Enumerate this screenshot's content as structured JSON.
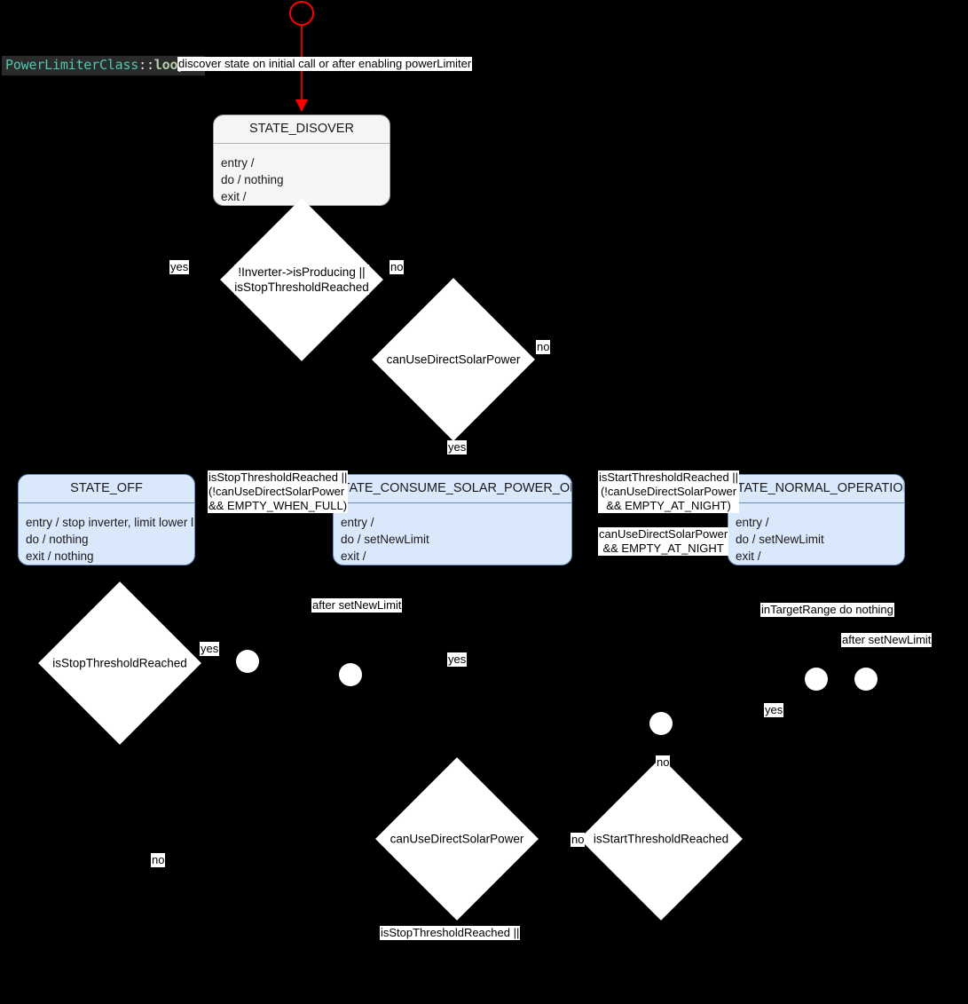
{
  "diagram": {
    "title_tokens": {
      "class_name": "PowerLimiterClass",
      "scope_op": "::",
      "function": "loop()"
    },
    "colors": {
      "background": "#000000",
      "state_fill": "#dae8fc",
      "state_stroke": "#6c8ebf",
      "discover_fill": "#f5f5f5",
      "discover_stroke": "#9a9a9a",
      "start_node": "#ff0000",
      "decision_fill": "#ffffff",
      "label_fill": "#ffffff"
    },
    "start_transition_label": "discover state on initial call or after enabling powerLimiter",
    "states": [
      {
        "id": "discover",
        "name": "STATE_DISOVER",
        "entry": "entry /",
        "do": "do / nothing",
        "exit": "exit /"
      },
      {
        "id": "off",
        "name": "STATE_OFF",
        "entry": "entry / stop inverter, limit lower limit",
        "do": "do / nothing",
        "exit": "exit / nothing"
      },
      {
        "id": "solar_only",
        "name": "STATE_CONSUME_SOLAR_POWER_ONLY",
        "entry": "entry /",
        "do": "do / setNewLimit",
        "exit": "exit /"
      },
      {
        "id": "normal",
        "name": "STATE_NORMAL_OPERATION",
        "entry": "entry /",
        "do": "do / setNewLimit",
        "exit": "exit /"
      }
    ],
    "decisions": [
      {
        "id": "d1",
        "text": "!Inverter->isProducing ||\nisStopThresholdReached"
      },
      {
        "id": "d2",
        "text": "canUseDirectSolarPower"
      },
      {
        "id": "d3",
        "text": "isStopThresholdReached"
      },
      {
        "id": "d4",
        "text": "canUseDirectSolarPower"
      },
      {
        "id": "d5",
        "text": "isStartThresholdReached"
      }
    ],
    "edge_labels": [
      {
        "id": "l-yes-1",
        "text": "yes"
      },
      {
        "id": "l-no-1",
        "text": "no"
      },
      {
        "id": "l-no-2",
        "text": "no"
      },
      {
        "id": "l-yes-2",
        "text": "yes"
      },
      {
        "id": "l-guard-off",
        "text": "isStopThresholdReached ||\n(!canUseDirectSolarPower\n&& EMPTY_WHEN_FULL)"
      },
      {
        "id": "l-guard-start",
        "text": "isStartThresholdReached ||\n(!canUseDirectSolarPower\n&& EMPTY_AT_NIGHT)"
      },
      {
        "id": "l-guard-solar",
        "text": "canUseDirectSolarPower\n&& EMPTY_AT_NIGHT"
      },
      {
        "id": "l-after-1",
        "text": "after setNewLimit"
      },
      {
        "id": "l-intarget",
        "text": "inTargetRange do nothing"
      },
      {
        "id": "l-after-2",
        "text": "after setNewLimit"
      },
      {
        "id": "l-yes-3",
        "text": "yes"
      },
      {
        "id": "l-yes-4",
        "text": "yes"
      },
      {
        "id": "l-yes-5",
        "text": "yes"
      },
      {
        "id": "l-no-3",
        "text": "no"
      },
      {
        "id": "l-no-4",
        "text": "no"
      },
      {
        "id": "l-no-5",
        "text": "no"
      },
      {
        "id": "l-bottom-guard",
        "text": "isStopThresholdReached ||"
      }
    ]
  }
}
